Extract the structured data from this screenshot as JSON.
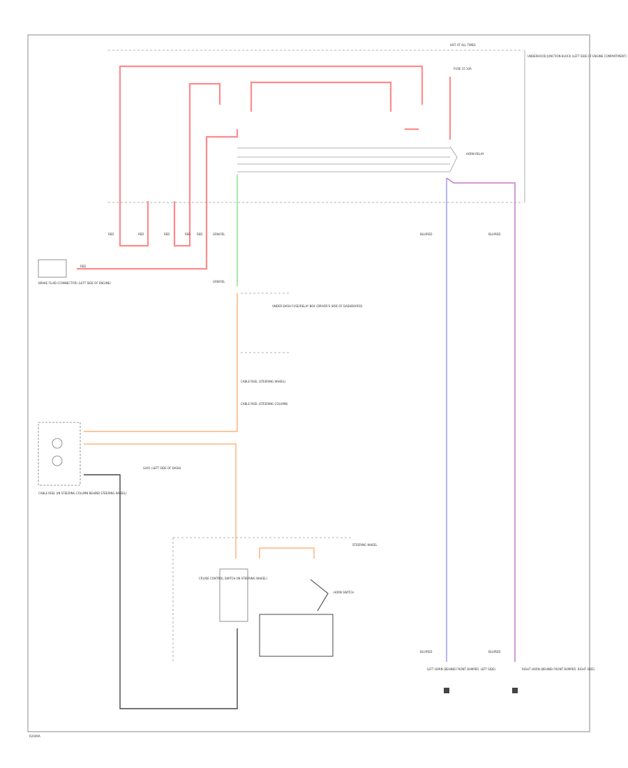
{
  "labels": {
    "fuse_block_top": "HOT AT ALL TIMES",
    "fuse_name": "FUSE 15 10A",
    "underhood_junction": "UNDERHOOD JUNCTION BLOCK (LEFT SIDE OF ENGINE COMPARTMENT)",
    "horn_relay": "HORN RELAY",
    "wire_red_1": "RED",
    "wire_red_2": "RED",
    "wire_red_3": "RED",
    "wire_red_4": "RED",
    "wire_red_5": "RED",
    "wire_red_6": "RED",
    "wire_grn_yel": "GRN/YEL",
    "wire_grn_yel_2": "GRN/YEL",
    "wire_blu_red_1": "BLU/RED",
    "wire_blu_red_2": "BLU/RED",
    "wire_blu_red_3": "BLU/RED",
    "wire_blu_red_4": "BLU/RED",
    "brake_fluid": "BRAKE FLUID (CONNECTOR) (LEFT SIDE OF ENGINE)",
    "under_dash_fuse": "UNDER-DASH FUSE/RELAY BOX (DRIVER'S SIDE OF DASHBOARD)",
    "clock_spring": "CABLE REEL (STEERING WHEEL)",
    "clock_spring_2": "CABLE REEL (STEERING COLUMN)",
    "cable_reel": "CABLE REEL (IN STEERING COLUMN BEHIND STEERING WHEEL)",
    "ground_g401": "G401 (LEFT SIDE OF DASH)",
    "steering_wheel": "STEERING WHEEL",
    "cruise_switch": "CRUISE CONTROL SWITCH (IN STEERING WHEEL)",
    "horn_switch": "HORN SWITCH",
    "horn_left": "LEFT HORN (BEHIND FRONT BUMPER, LEFT SIDE)",
    "horn_right": "RIGHT HORN (BEHIND FRONT BUMPER, RIGHT SIDE)",
    "footer": "R2049A"
  },
  "colors": {
    "red_wire": "#ff8a8a",
    "green_wire": "#8fe08f",
    "blue_wire": "#9b9bf0",
    "purple_wire": "#c27ac2",
    "orange_wire": "#ffb37a",
    "black_wire": "#333333",
    "frame": "#777777"
  }
}
